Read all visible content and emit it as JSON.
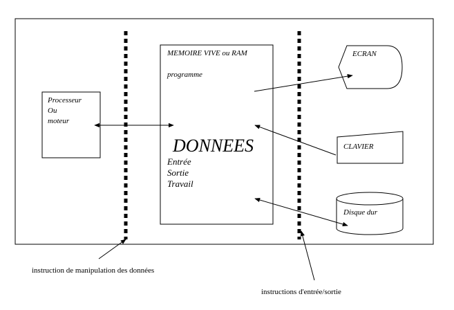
{
  "diagram": {
    "processor": {
      "line1": "Processeur",
      "line2": "Ou",
      "line3": "moteur"
    },
    "memory": {
      "title": "MEMOIRE VIVE ou RAM",
      "program": "programme",
      "data_title": "DONNEES",
      "items": [
        "Entrée",
        "Sortie",
        "Travail"
      ]
    },
    "screen_label": "ECRAN",
    "keyboard_label": "CLAVIER",
    "disk_label": "Disque dur",
    "annotation_left": "instruction de manipulation des données",
    "annotation_right": "instructions d'entrée/sortie"
  }
}
